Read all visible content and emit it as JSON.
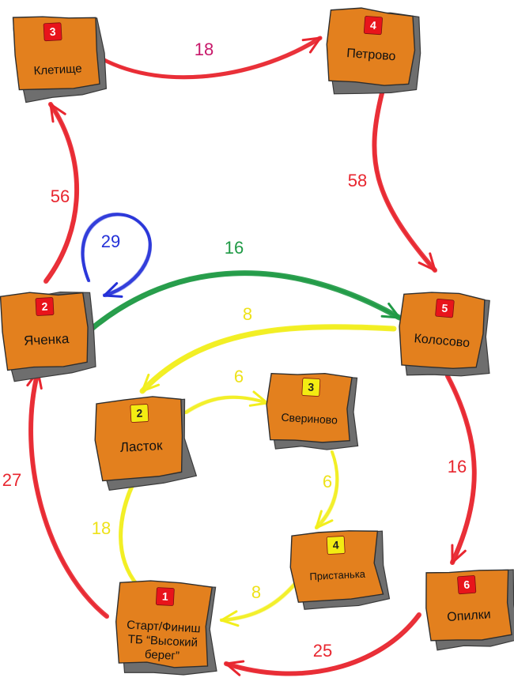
{
  "colors": {
    "node_fill": "#e3801e",
    "node_stroke": "#2e2e2e",
    "node_shadow": "#6e6e6e",
    "badge_red": "#e8141b",
    "badge_yellow": "#f3ec12",
    "red": "#e8262f",
    "blue": "#2330d8",
    "green": "#1f9a45",
    "yellow": "#f2ee1c"
  },
  "nodes": [
    {
      "id": "kletische",
      "badge": "3",
      "badge_color": "red",
      "lines": [
        "Клетище"
      ]
    },
    {
      "id": "petrovo",
      "badge": "4",
      "badge_color": "red",
      "lines": [
        "Петрово"
      ]
    },
    {
      "id": "yachenka",
      "badge": "2",
      "badge_color": "red",
      "lines": [
        "Яченка"
      ]
    },
    {
      "id": "kolosovo",
      "badge": "5",
      "badge_color": "red",
      "lines": [
        "Колосово"
      ]
    },
    {
      "id": "lastok",
      "badge": "2",
      "badge_color": "yellow",
      "lines": [
        "Ласток"
      ]
    },
    {
      "id": "sverinovo",
      "badge": "3",
      "badge_color": "yellow",
      "lines": [
        "Свериново"
      ]
    },
    {
      "id": "pristanka",
      "badge": "4",
      "badge_color": "yellow",
      "lines": [
        "Пристанька"
      ]
    },
    {
      "id": "start",
      "badge": "1",
      "badge_color": "red",
      "lines": [
        "Старт/Финиш",
        "ТБ “Высокий",
        "берег”"
      ]
    },
    {
      "id": "opilki",
      "badge": "6",
      "badge_color": "red",
      "lines": [
        "Опилки"
      ]
    }
  ],
  "edges": [
    {
      "id": "kletische-petrovo",
      "label": "18",
      "color": "red",
      "label_color": "#c8186a"
    },
    {
      "id": "petrovo-kolosovo",
      "label": "58",
      "color": "red",
      "label_color": "#e8262f"
    },
    {
      "id": "yachenka-kletische",
      "label": "56",
      "color": "red",
      "label_color": "#e8262f"
    },
    {
      "id": "yachenka-loop",
      "label": "29",
      "color": "blue",
      "label_color": "#2330d8"
    },
    {
      "id": "yachenka-kolosovo",
      "label": "16",
      "color": "green",
      "label_color": "#1f9a45"
    },
    {
      "id": "kolosovo-lastok",
      "label": "8",
      "color": "yellow",
      "label_color": "#eee21a"
    },
    {
      "id": "lastok-sverinovo",
      "label": "6",
      "color": "yellow",
      "label_color": "#eee21a"
    },
    {
      "id": "sverinovo-pristanka",
      "label": "6",
      "color": "yellow",
      "label_color": "#eee21a"
    },
    {
      "id": "pristanka-start",
      "label": "8",
      "color": "yellow",
      "label_color": "#eee21a"
    },
    {
      "id": "start-lastok",
      "label": "18",
      "color": "yellow",
      "label_color": "#eee21a"
    },
    {
      "id": "start-yachenka",
      "label": "27",
      "color": "red",
      "label_color": "#e8262f"
    },
    {
      "id": "kolosovo-opilki",
      "label": "16",
      "color": "red",
      "label_color": "#e8262f"
    },
    {
      "id": "opilki-start",
      "label": "25",
      "color": "red",
      "label_color": "#e8262f"
    }
  ]
}
